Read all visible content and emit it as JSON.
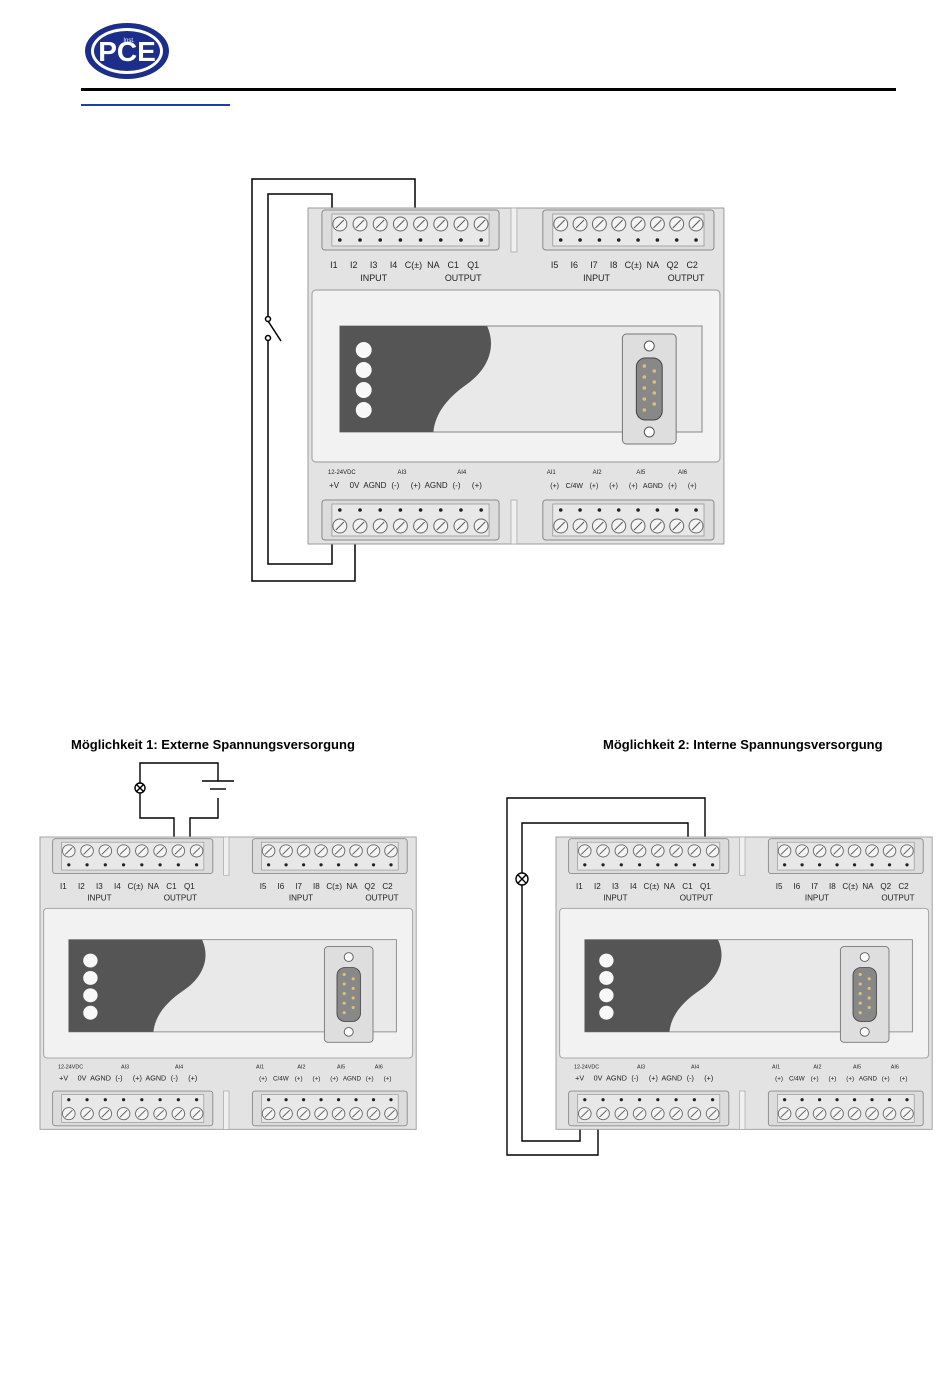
{
  "header": {
    "logo_text": "PCE",
    "logo_subtext": "Inst."
  },
  "plc": {
    "top_terminals_left": [
      "I1",
      "I2",
      "I3",
      "I4",
      "C(±)",
      "NA",
      "C1",
      "Q1"
    ],
    "top_terminals_right": [
      "I5",
      "I6",
      "I7",
      "I8",
      "C(±)",
      "NA",
      "Q2",
      "C2"
    ],
    "group_input": "INPUT",
    "group_output": "OUTPUT",
    "bottom_supply": "12-24VDC",
    "bottom_ai3": "AI3",
    "bottom_ai4": "AI4",
    "bottom_ai1": "AI1",
    "bottom_ai2": "AI2",
    "bottom_ai5": "AI5",
    "bottom_ai6": "AI6",
    "bottom_terminals_left": [
      "+V",
      "0V",
      "AGND",
      "(-)",
      "(+)",
      "AGND",
      "(-)",
      "(+)"
    ],
    "bottom_terminals_right": [
      "(+)",
      "C/4W",
      "(+)",
      "(+)",
      "(+)",
      "AGND",
      "(+)",
      "(+)"
    ]
  },
  "captions": {
    "option1": "Möglichkeit 1: Externe Spannungsversorgung",
    "option2": "Möglichkeit 2: Interne Spannungsversorgung"
  }
}
